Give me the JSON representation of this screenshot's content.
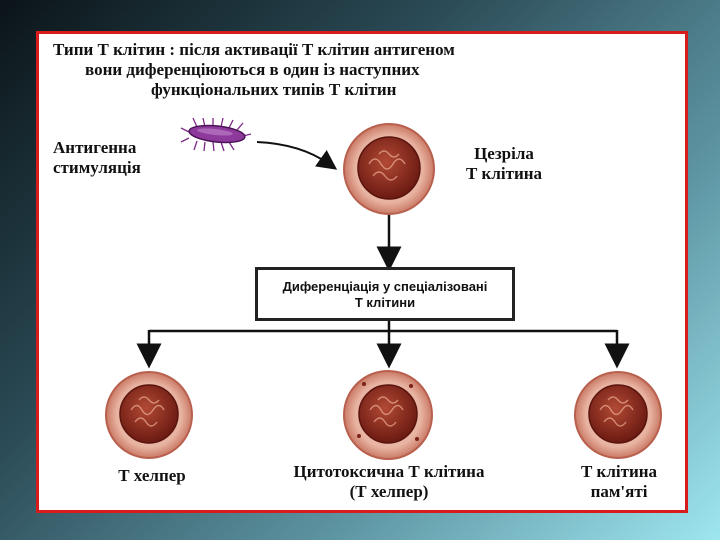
{
  "title": {
    "line1": "Типи Т клітин : після активації Т клітин антигеном",
    "line2": "вони диференціюються в один із наступних",
    "line3": "функціональних типів Т клітин"
  },
  "labels": {
    "antigen_line1": "Антигенна",
    "antigen_line2": "стимуляція",
    "naive_line1": "Цезріла",
    "naive_line2": "Т клітина",
    "differentiation_line1": "Диференціація у спеціалізовані",
    "differentiation_line2": "Т клітини",
    "helper": "Т хелпер",
    "cytotoxic_line1": "Цитотоксична Т клітина",
    "cytotoxic_line2": "(Т хелпер)",
    "memory_line1": "Т клітина",
    "memory_line2": "пам'яті"
  },
  "colors": {
    "frame": "#d81b1b",
    "cell_outer": "#e7b7a6",
    "cell_nucleus": "#7a2218",
    "bacterium": "#7b2a86"
  }
}
